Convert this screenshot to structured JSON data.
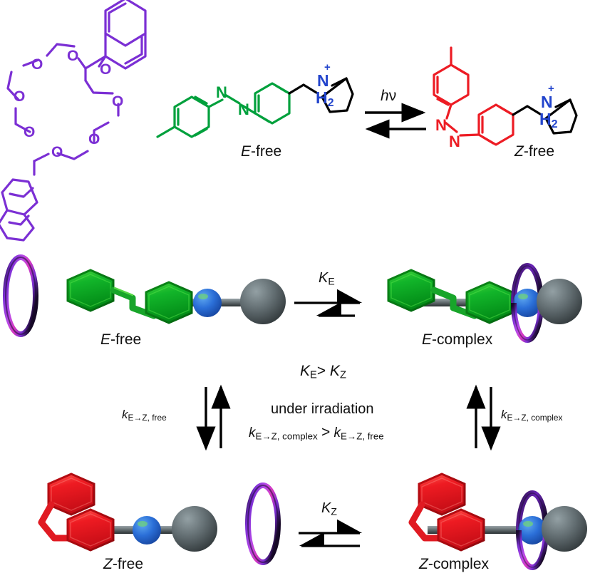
{
  "figure": {
    "type": "chemical-scheme",
    "title": "Photoswitchable azobenzene ammonium axle and dinaphtho-crown ether macrocycle equilibria"
  },
  "colors": {
    "e_isomer_green": "#00A03C",
    "z_isomer_red": "#ED1C24",
    "ammonium_blue": "#2244CC",
    "macrocycle_purple": "#7B2FD4",
    "macrocycle_magenta": "#C030C0",
    "stopper_gray": "#5A6468",
    "black": "#000000"
  },
  "top_scheme": {
    "macrocycle": {
      "name": "dinaphtho-26-crown-8",
      "oxygen_labels": [
        "O",
        "O",
        "O",
        "O",
        "O",
        "O",
        "O",
        "O"
      ],
      "color": "#7B2FD4"
    },
    "left_structure": {
      "label_italic": "E",
      "label_rest": "-free",
      "nitrogen_labels": [
        "N",
        "N"
      ],
      "ammonium_label": "N",
      "ammonium_charge": "+",
      "ammonium_hydrogens": "H",
      "ammonium_h_count": "2",
      "color": "#00A03C"
    },
    "right_structure": {
      "label_italic": "Z",
      "label_rest": "-free",
      "nitrogen_labels": [
        "N",
        "N"
      ],
      "ammonium_label": "N",
      "ammonium_charge": "+",
      "ammonium_hydrogens": "H",
      "ammonium_h_count": "2",
      "color": "#ED1C24"
    },
    "arrow_label_italic": "h",
    "arrow_label_rest": "ν"
  },
  "bottom_scheme": {
    "row_top": {
      "left_label_italic": "E",
      "left_label_rest": "-free",
      "right_label_italic": "E",
      "right_label_rest": "-complex",
      "equilibrium_constant_italic": "K",
      "equilibrium_constant_sub": "E"
    },
    "row_bottom": {
      "left_label_italic": "Z",
      "left_label_rest": "-free",
      "right_label_italic": "Z",
      "right_label_rest": "-complex",
      "equilibrium_constant_italic": "K",
      "equilibrium_constant_sub": "Z"
    },
    "center_text": {
      "line1_k": "K",
      "line1_sub1": "E",
      "line1_gt": ">",
      "line1_k2": "K",
      "line1_sub2": "Z",
      "line2": "under irradiation",
      "line3_k1": "k",
      "line3_sub1": "E→Z, complex",
      "line3_gt": ">",
      "line3_k2": "k",
      "line3_sub2": "E→Z, free"
    },
    "left_arrow_label_k": "k",
    "left_arrow_label_sub": "E→Z, free",
    "right_arrow_label_k": "k",
    "right_arrow_label_sub": "E→Z, complex"
  }
}
